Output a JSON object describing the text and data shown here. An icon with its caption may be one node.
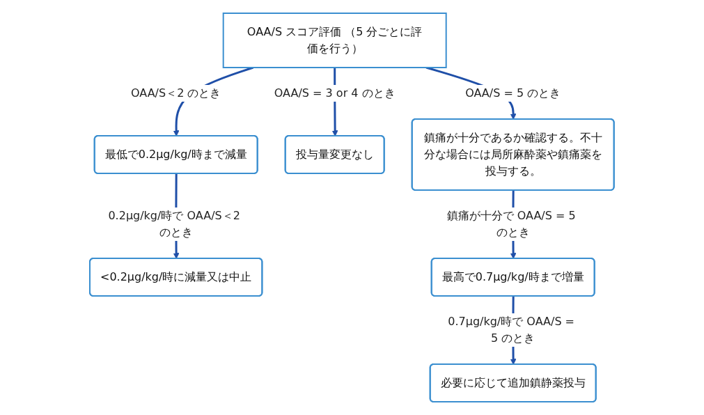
{
  "diagram": {
    "nodes": [
      {
        "text": [
          "OAA/S スコア評価 （5 分ごとに評価を行う）"
        ]
      },
      {
        "text": [
          "最低で0.2μg/kg/時まで減量"
        ]
      },
      {
        "text": [
          "投与量変更なし"
        ]
      },
      {
        "text": [
          "鎮痛が十分であるか確認する。不十分な場合には局所麻酔薬や鎮痛薬を投与する。"
        ]
      },
      {
        "text": [
          "<0.2μg/kg/時に減量又は中止"
        ]
      },
      {
        "text": [
          "最高で0.7μg/kg/時まで増量"
        ]
      },
      {
        "text": [
          "必要に応じて追加鎮静薬投与"
        ]
      }
    ],
    "edges": [
      {
        "from": 0,
        "to": 1,
        "arrow": "to",
        "label": "OAA/S＜2 のとき"
      },
      {
        "from": 0,
        "to": 2,
        "arrow": "to",
        "label": "OAA/S = 3 or 4 のとき"
      },
      {
        "from": 0,
        "to": 3,
        "arrow": "to",
        "label": "OAA/S = 5 のとき"
      },
      {
        "from": 1,
        "to": 4,
        "arrow": "to",
        "label": "0.2μg/kg/時で OAA/S＜2 のとき"
      },
      {
        "from": 3,
        "to": 5,
        "arrow": "to",
        "label": "鎮痛が十分で OAA/S = 5 のとき"
      },
      {
        "from": 5,
        "to": 6,
        "arrow": "to",
        "label": "0.7μg/kg/時で OAA/S = 5 のとき"
      }
    ]
  }
}
